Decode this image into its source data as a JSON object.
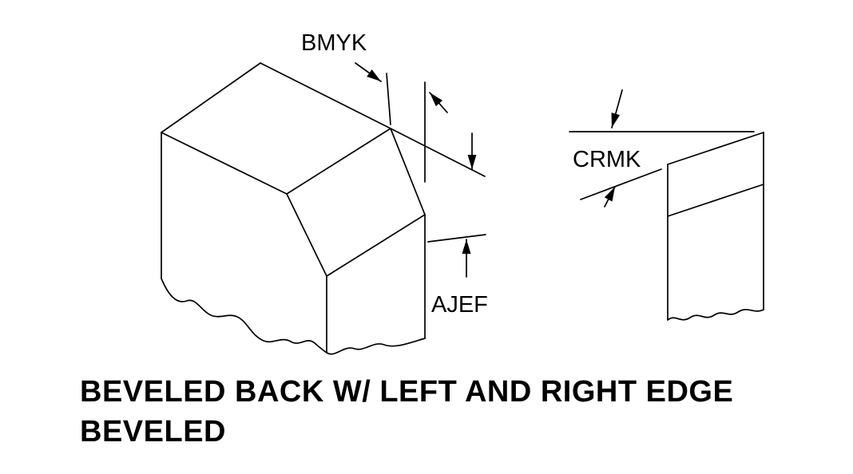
{
  "figure": {
    "labels": {
      "bmyk": "BMYK",
      "crmk": "CRMK",
      "ajef": "AJEF"
    },
    "caption": {
      "line1": "BEVELED BACK W/ LEFT AND RIGHT EDGE",
      "line2": "BEVELED"
    },
    "colors": {
      "line": "#000000",
      "background": "#ffffff",
      "text": "#000000"
    }
  }
}
